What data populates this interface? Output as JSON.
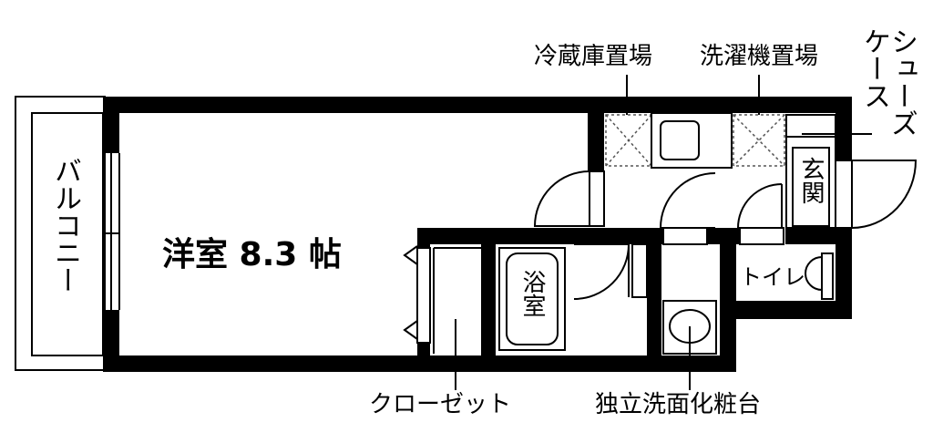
{
  "plan": {
    "labels": {
      "balcony": "バルコニー",
      "western_room": "洋室 8.3 帖",
      "closet": "クローゼット",
      "bath": "浴室",
      "washbasin": "独立洗面化粧台",
      "toilet": "トイレ",
      "entrance": "玄関",
      "fridge_space": "冷蔵庫置場",
      "washer_space": "洗濯機置場",
      "shoe_case": "シューズケース"
    },
    "colors": {
      "wall": "#000000",
      "background": "#ffffff",
      "line": "#000000",
      "hatch": "#555555"
    }
  }
}
